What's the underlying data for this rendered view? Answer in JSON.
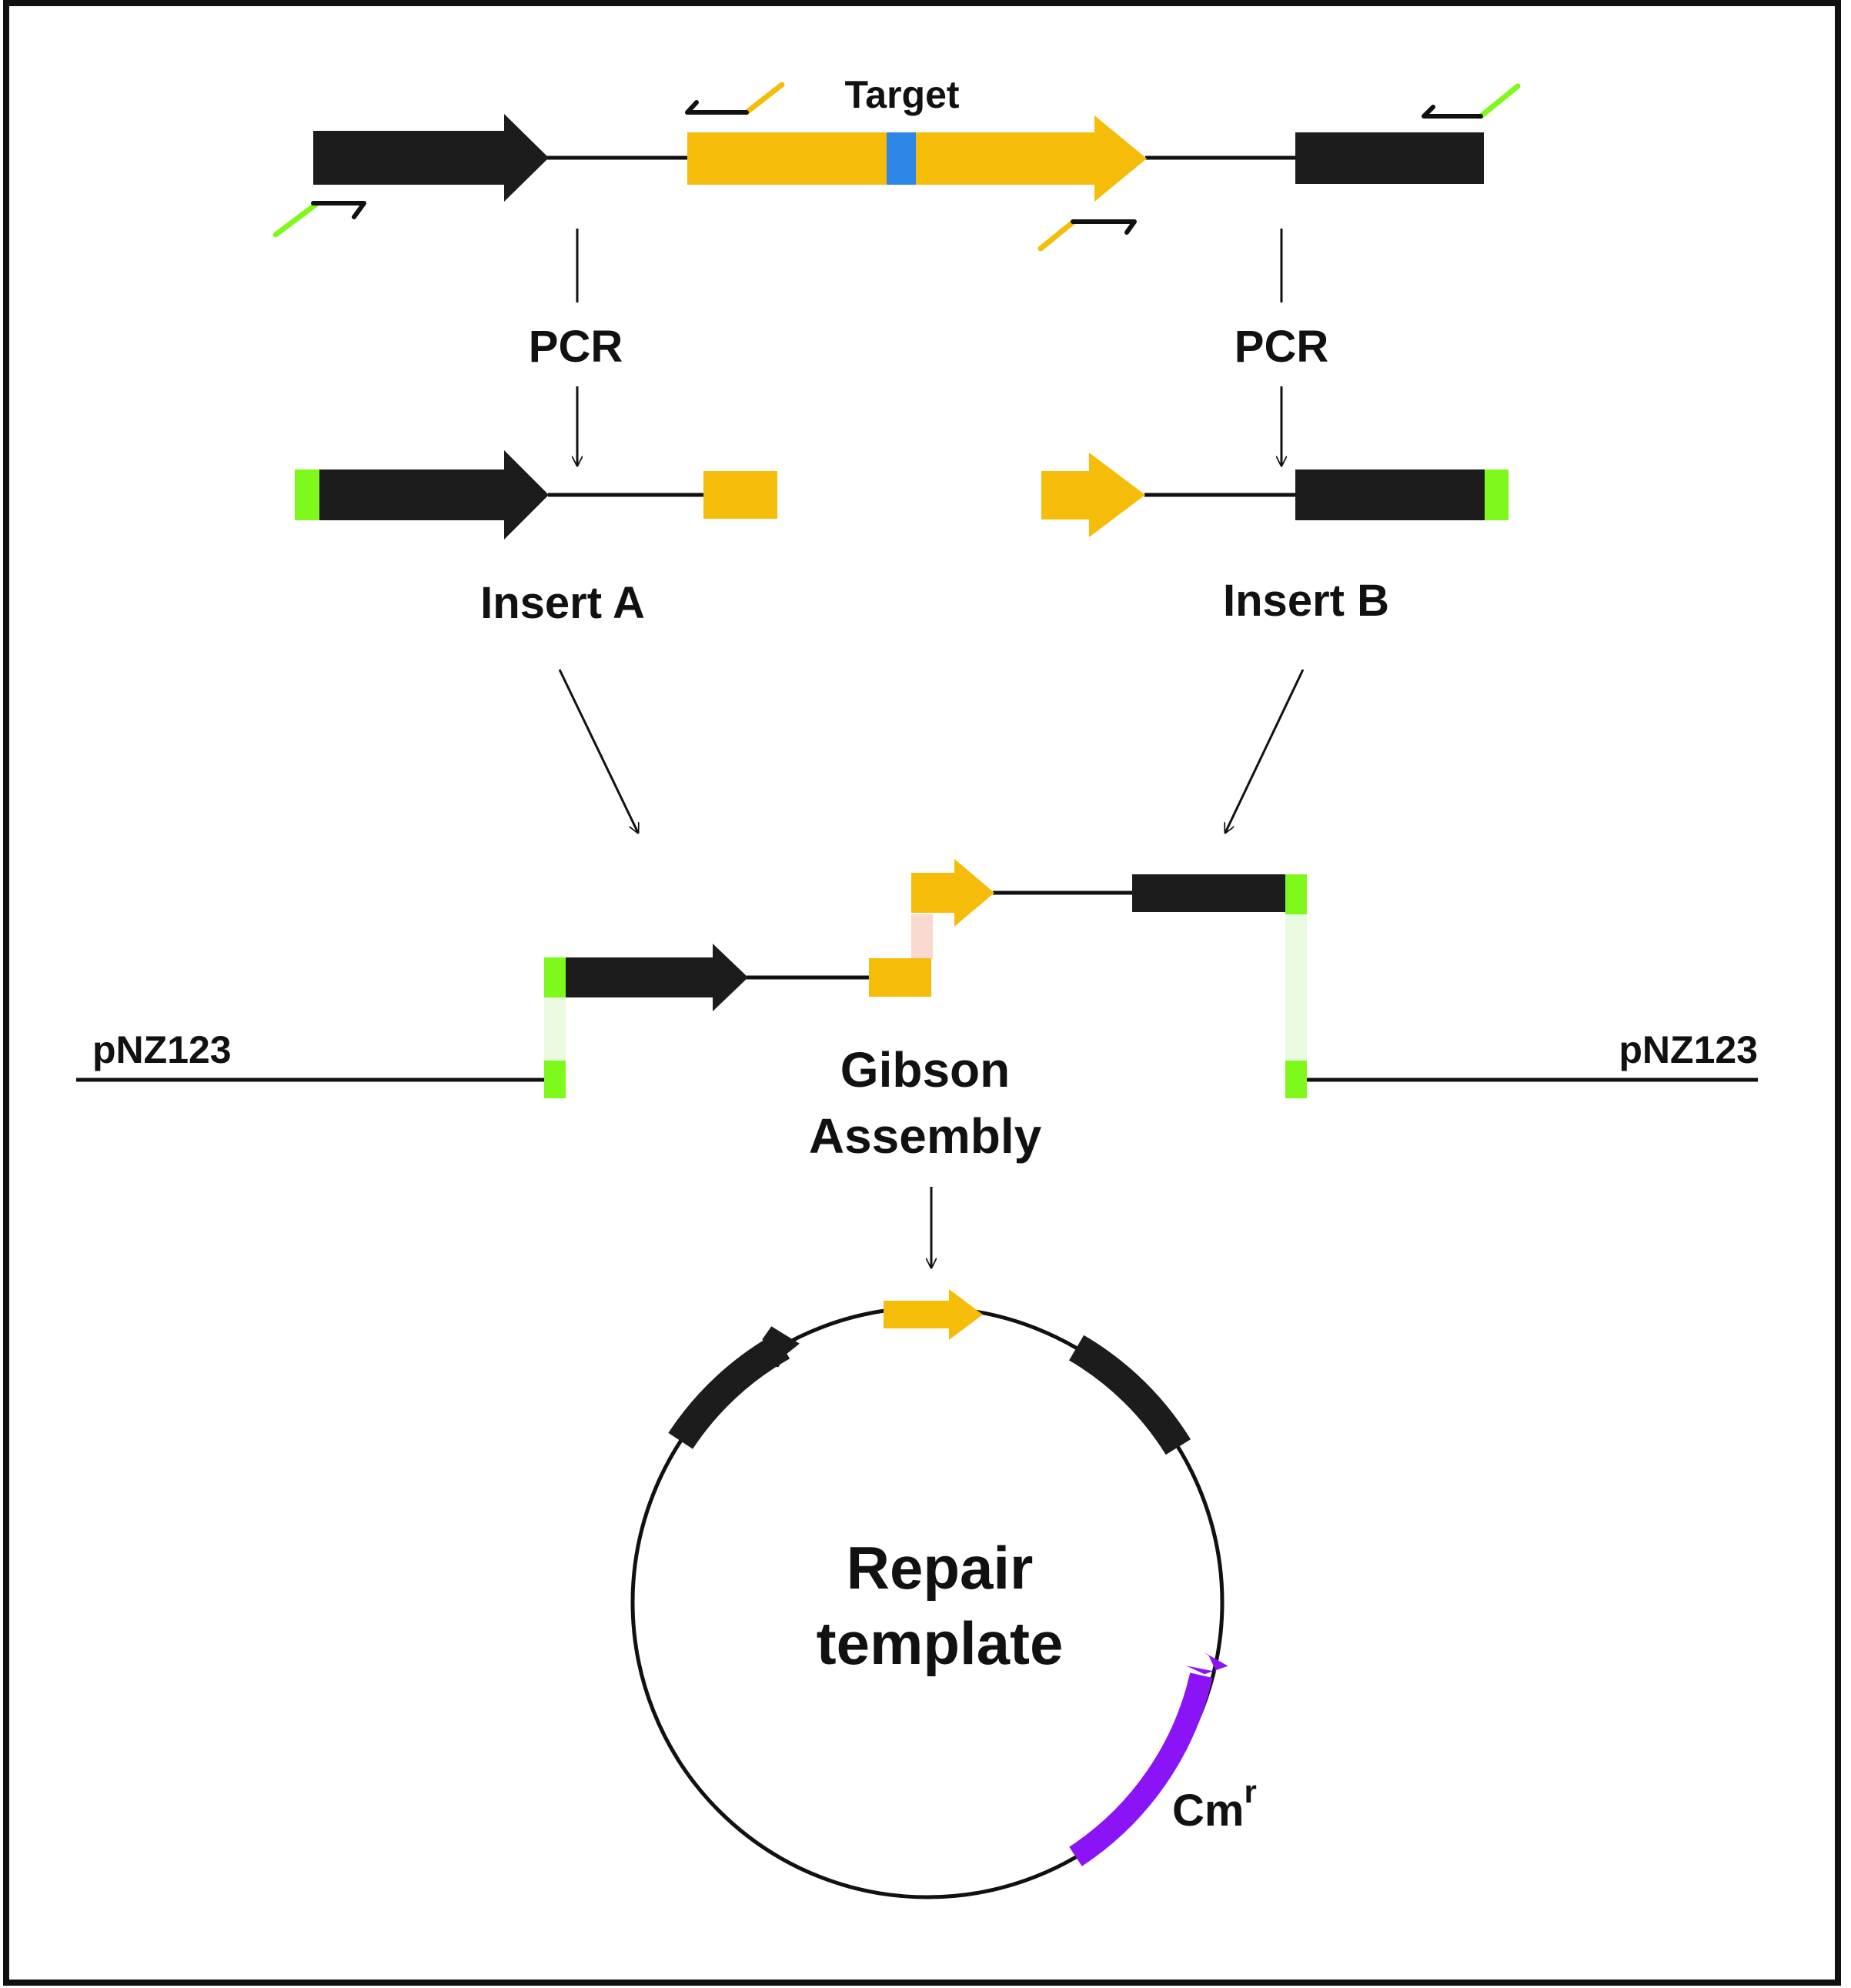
{
  "labels": {
    "target": "Target",
    "pcr_left": "PCR",
    "pcr_right": "PCR",
    "insert_a": "Insert A",
    "insert_b": "Insert B",
    "vector_left": "pNZ123",
    "vector_right": "pNZ123",
    "gibson_line1": "Gibson",
    "gibson_line2": "Assembly",
    "repair_line1": "Repair",
    "repair_line2": "template",
    "marker_base": "Cm",
    "marker_superscript": "r"
  },
  "colors": {
    "gene_black": "#1c1c1c",
    "target_gene": "#f5bd0a",
    "target_site": "#2e86e6",
    "vector_overlap": "#7ff81c",
    "vector_overlap_light": "#eafbe2",
    "insert_overlap_light": "#fad9cf",
    "cm_marker": "#8a14f5",
    "frame": "#111111"
  }
}
